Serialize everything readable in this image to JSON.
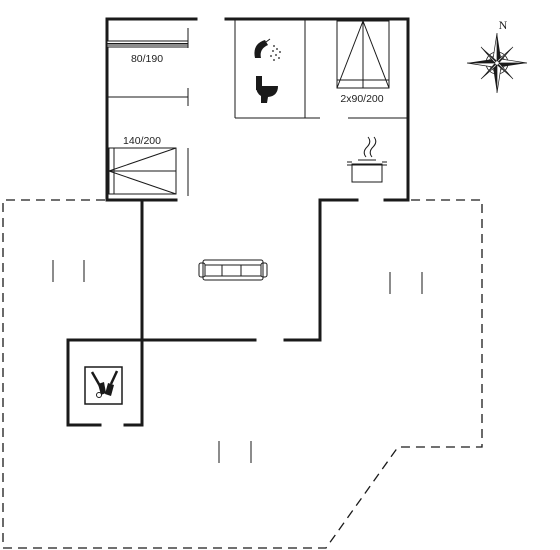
{
  "rooms": {
    "bedroom_single": {
      "label": "80/190"
    },
    "bedroom_twin": {
      "label": "2x90/200"
    },
    "bedroom_double": {
      "label": "140/200"
    }
  },
  "compass": {
    "north_label": "N"
  },
  "colors": {
    "line": "#1a1a1a",
    "background": "#ffffff"
  },
  "icons": [
    "shower-icon",
    "toilet-icon",
    "cooking-pot-icon",
    "sofa-icon",
    "bbq-tools-icon",
    "compass-rose-icon"
  ]
}
